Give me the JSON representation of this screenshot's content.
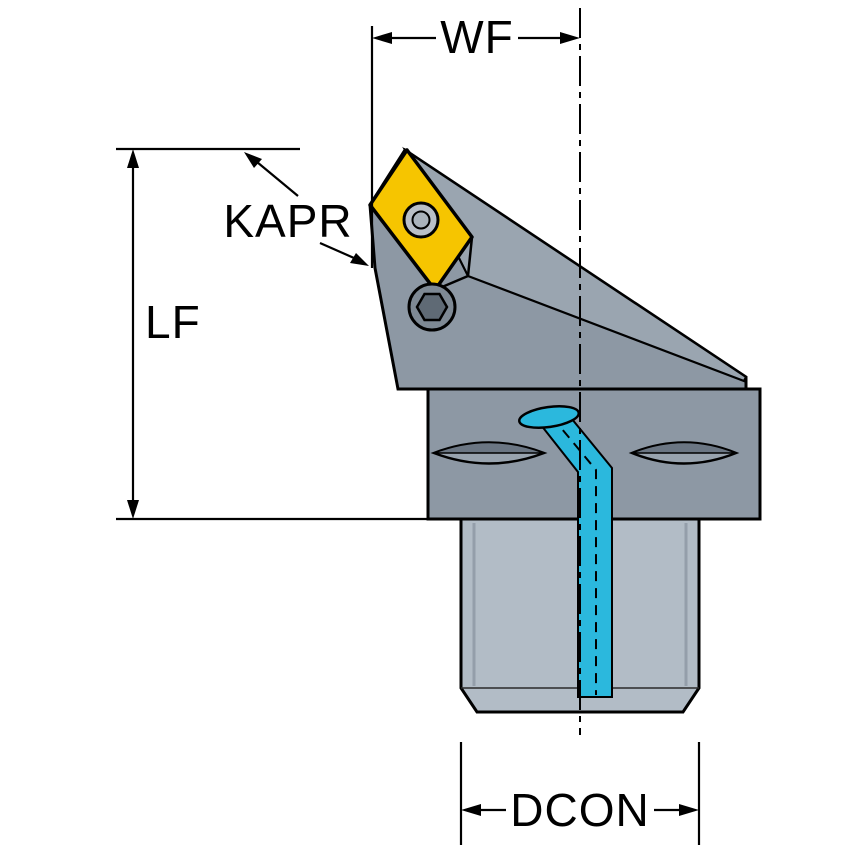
{
  "diagram": {
    "title": "Tool holder dimension drawing",
    "labels": {
      "wf": "WF",
      "kapr": "KAPR",
      "lf": "LF",
      "dcon": "DCON"
    },
    "colors": {
      "background": "#ffffff",
      "outline": "#000000",
      "body": "#8d98a4",
      "body_top": "#9aa5b0",
      "shank": "#b2bcc6",
      "slot_dark": "#6b7683",
      "slot_light": "#98a3ae",
      "screw": "#7e8994",
      "screw_socket": "#5f6a75",
      "insert": "#f6c500",
      "insert_hole": "#b9bfc7",
      "coolant": "#2bb8dd"
    }
  }
}
